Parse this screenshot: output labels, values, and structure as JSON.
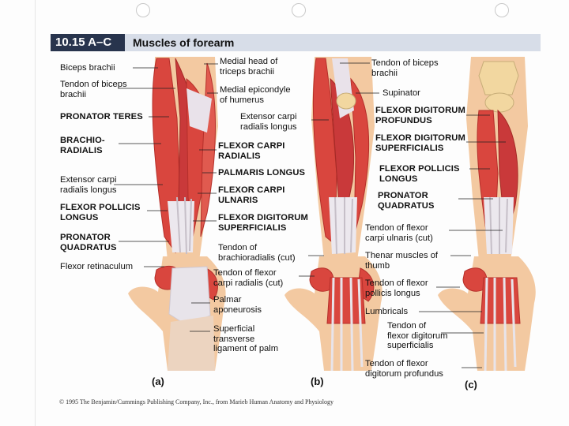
{
  "header": {
    "tag": "10.15 A–C",
    "title": "Muscles of forearm"
  },
  "colors": {
    "muscle": "#d9463e",
    "muscle_dark": "#b52f2a",
    "tendon": "#e8e4ea",
    "skin": "#f3c9a1",
    "bone": "#f2d7a0",
    "header_bar": "#28344d"
  },
  "labels_a_left": [
    "Biceps brachii",
    "Tendon of biceps\nbrachii",
    "PRONATOR TERES",
    "BRACHIO-\nRADIALIS",
    "Extensor carpi\nradialis longus",
    "FLEXOR POLLICIS\nLONGUS",
    "PRONATOR\nQUADRATUS",
    "Flexor retinaculum"
  ],
  "labels_mid": [
    "Medial head of\ntriceps brachii",
    "Medial epicondyle\nof humerus",
    "Extensor carpi\nradialis longus",
    "FLEXOR CARPI\nRADIALIS",
    "PALMARIS LONGUS",
    "FLEXOR CARPI\nULNARIS",
    "FLEXOR DIGITORUM\nSUPERFICIALIS",
    "Tendon of\nbrachioradialis (cut)",
    "Tendon of flexor\ncarpi radialis (cut)",
    "Palmar\naponeurosis",
    "Superficial\ntransverse\nligament of palm"
  ],
  "labels_right": [
    "Tendon of biceps\nbrachii",
    "Supinator",
    "FLEXOR DIGITORUM\nPROFUNDUS",
    "FLEXOR DIGITORUM\nSUPERFICIALIS",
    "FLEXOR POLLICIS\nLONGUS",
    "PRONATOR\nQUADRATUS",
    "Tendon of flexor\ncarpi ulnaris (cut)",
    "Thenar muscles of\nthumb",
    "Tendon of flexor\npollicis longus",
    "Lumbricals",
    "Tendon of\nflexor digitorum\nsuperficialis",
    "Tendon of flexor\ndigitorum profundus"
  ],
  "panels": [
    "(a)",
    "(b)",
    "(c)"
  ],
  "credit": "© 1995 The Benjamin/Cummings Publishing Company, Inc., from Marieb Human Anatomy and Physiology"
}
